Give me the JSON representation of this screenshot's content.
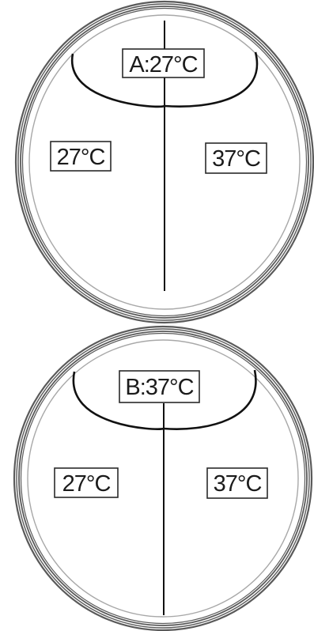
{
  "plates": [
    {
      "id": "A",
      "top_label": "A:27°C",
      "left_label": "27°C",
      "right_label": "37°C"
    },
    {
      "id": "B",
      "top_label": "B:37°C",
      "left_label": "27°C",
      "right_label": "37°C"
    }
  ],
  "colors": {
    "line": "#111111",
    "rim": "#5a5a5a",
    "inner_rim": "#a8a8a8",
    "background": "#ffffff"
  }
}
